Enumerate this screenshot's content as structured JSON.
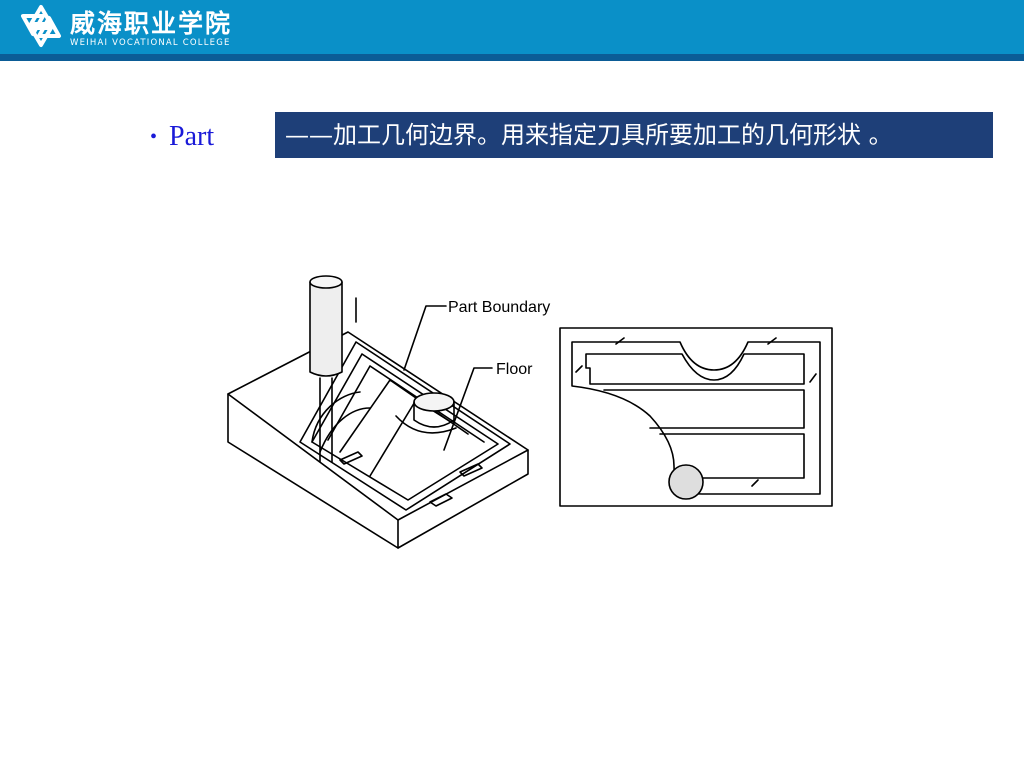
{
  "header": {
    "institution_cn": "威海职业学院",
    "institution_en": "WEIHAI VOCATIONAL COLLEGE",
    "logo_icon": "college-star-logo-icon",
    "background_color": "#0a90c8",
    "stripe_color": "#0b5c96"
  },
  "content": {
    "bullet_term": "Part",
    "definition": "——加工几何边界。用来指定刀具所要加工的几何形状 。",
    "definition_box_color": "#1e3f78",
    "term_color": "#1a1ad8"
  },
  "figure": {
    "callout_part_boundary": "Part Boundary",
    "callout_floor": "Floor"
  }
}
